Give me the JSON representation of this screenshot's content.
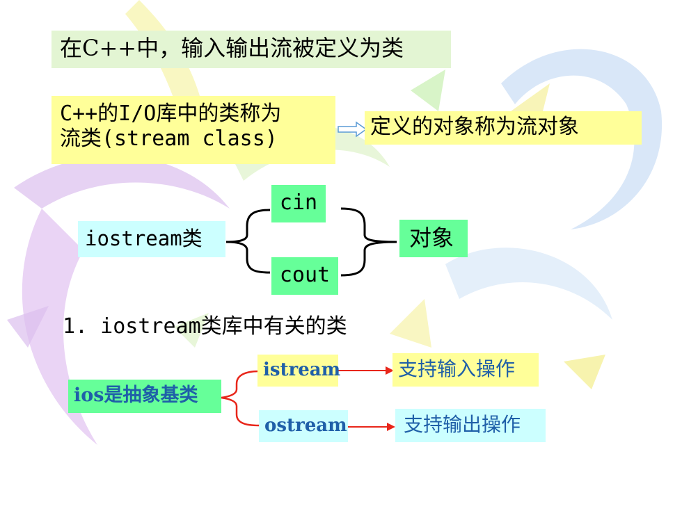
{
  "slide": {
    "title": "在C++中，输入输出流被定义为类",
    "stream_class_line1": "C++的I/O库中的类称为",
    "stream_class_line2": "流类(stream class)",
    "stream_object": "定义的对象称为流对象",
    "iostream_class": "iostream类",
    "cin": "cin",
    "cout": "cout",
    "objects": "对象",
    "section_heading": "1. iostream类库中有关的类",
    "ios_base": "ios是抽象基类",
    "istream": "istream",
    "ostream": "ostream",
    "istream_desc": "支持输入操作",
    "ostream_desc": "支持输出操作"
  },
  "colors": {
    "yellow_box": "#ffff99",
    "green_box": "#66ff99",
    "cyan_box": "#ccffff",
    "pale_green_box": "#e3f5d3",
    "arrow_red": "#e8261a",
    "text_blue": "#1f5fa8"
  }
}
